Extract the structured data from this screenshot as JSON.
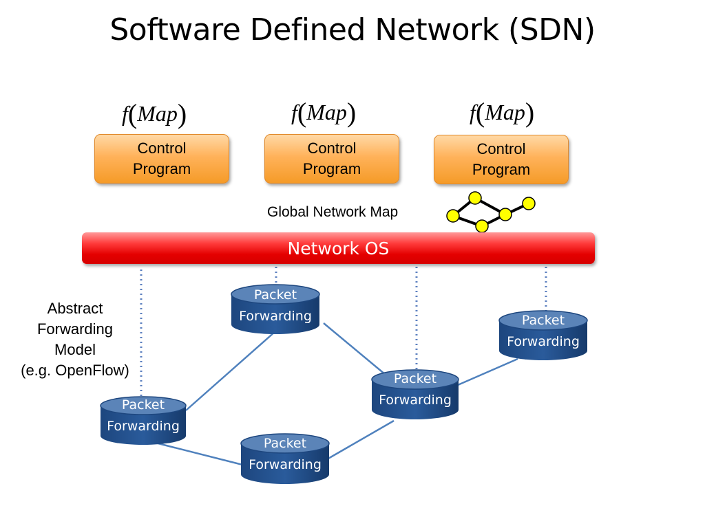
{
  "title": "Software Defined Network (SDN)",
  "function_label": {
    "f": "f",
    "open": "(",
    "arg": "Map",
    "close": ")"
  },
  "control_programs": [
    {
      "label_line1": "Control",
      "label_line2": "Program"
    },
    {
      "label_line1": "Control",
      "label_line2": "Program"
    },
    {
      "label_line1": "Control",
      "label_line2": "Program"
    }
  ],
  "global_map_label": "Global Network Map",
  "network_os_label": "Network OS",
  "abstract_label_lines": [
    "Abstract",
    "Forwarding",
    "Model",
    "(e.g. OpenFlow)"
  ],
  "forwarding_nodes": [
    {
      "line1": "Packet",
      "line2": "Forwarding"
    },
    {
      "line1": "Packet",
      "line2": "Forwarding"
    },
    {
      "line1": "Packet",
      "line2": "Forwarding"
    },
    {
      "line1": "Packet",
      "line2": "Forwarding"
    },
    {
      "line1": "Packet",
      "line2": "Forwarding"
    }
  ],
  "colors": {
    "control_program_fill": "#ffb25a",
    "network_os_fill": "#e40000",
    "node_fill": "#1f4e8c",
    "node_top": "#5b84b8",
    "link": "#4f81bd",
    "dotted_link": "#5b7fbf",
    "map_node": "#ffff00"
  }
}
